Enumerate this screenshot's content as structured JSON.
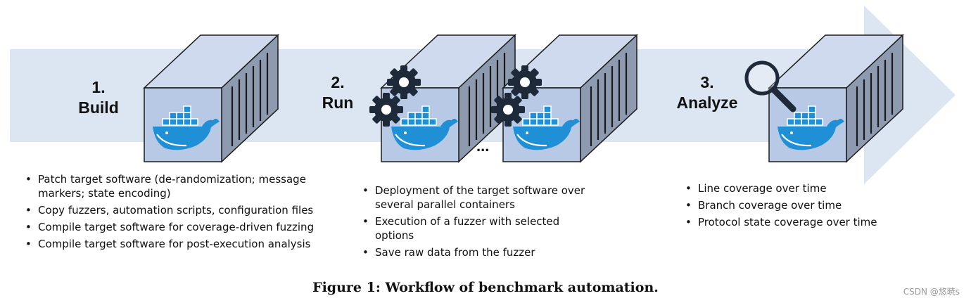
{
  "steps": [
    {
      "number": "1.",
      "name": "Build",
      "bullets": [
        "Patch target software (de-randomization; message markers; state encoding)",
        "Copy fuzzers, automation scripts, configuration files",
        "Compile target software for coverage-driven fuzzing",
        "Compile target software for post-execution analysis"
      ]
    },
    {
      "number": "2.",
      "name": "Run",
      "bullets": [
        "Deployment of the target software over several parallel containers",
        "Execution of a fuzzer with selected options",
        "Save raw data from the fuzzer"
      ]
    },
    {
      "number": "3.",
      "name": "Analyze",
      "bullets": [
        "Line coverage over time",
        "Branch coverage over time",
        "Protocol state coverage over time"
      ]
    }
  ],
  "ellipsis": "...",
  "caption": "Figure 1: Workflow of benchmark automation.",
  "watermark": "CSDN @悠暁s",
  "colors": {
    "arrow": "#dce5f2",
    "container_front": "#b8c9e6",
    "container_top": "#cfdaee",
    "container_side": "#8e9ab0",
    "docker_blue": "#1f8fd6",
    "outline": "#1a1a1a"
  },
  "icons": [
    "docker-whale-icon",
    "gear-icon",
    "magnifier-icon"
  ]
}
